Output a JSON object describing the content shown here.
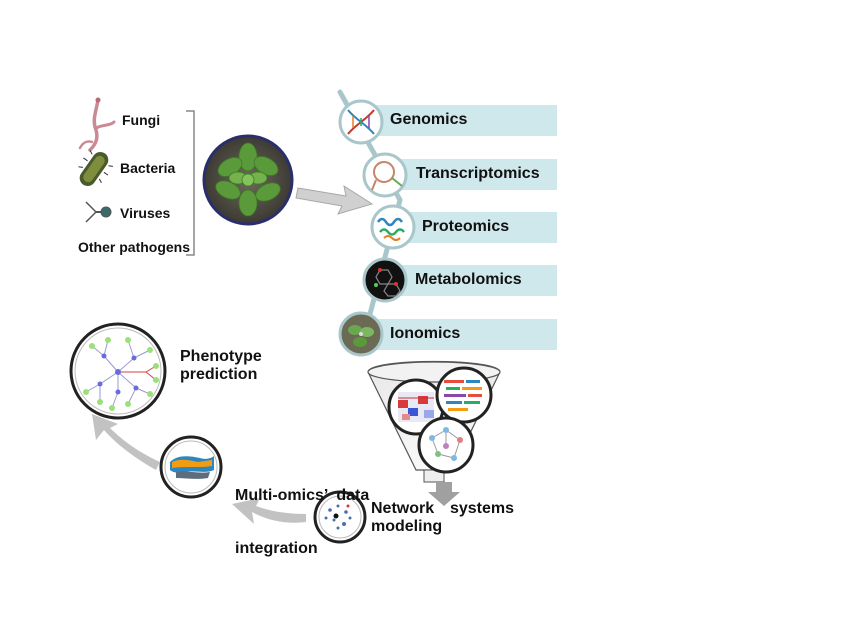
{
  "pathogens": {
    "items": [
      "Fungi",
      "Bacteria",
      "Viruses"
    ],
    "other": "Other pathogens"
  },
  "omics": [
    "Genomics",
    "Transcriptomics",
    "Proteomics",
    "Metabolomics",
    "Ionomics"
  ],
  "steps": {
    "network": [
      "Network systems",
      "modeling"
    ],
    "integration": [
      "Multi-omics’  data",
      "integration"
    ],
    "phenotype": [
      "Phenotype",
      "prediction"
    ]
  },
  "colors": {
    "omic_bar": "#cfe8ec",
    "spine": "#a9c7cb",
    "arrow": "#c2c2c2",
    "plant_ring": "#2a2f6b",
    "leaf": "#5a9a3a"
  }
}
